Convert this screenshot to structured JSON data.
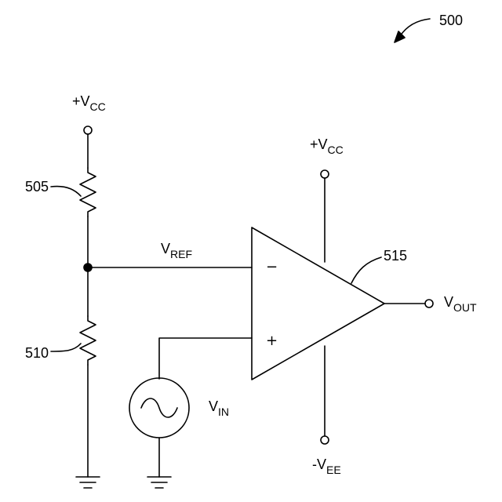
{
  "figure": {
    "number": "500",
    "references": {
      "resistor_top": "505",
      "resistor_bottom": "510",
      "opamp": "515"
    }
  },
  "labels": {
    "vcc_left": {
      "prefix": "+V",
      "sub": "CC"
    },
    "vcc_amp": {
      "prefix": "+V",
      "sub": "CC"
    },
    "vee_amp": {
      "prefix": "-V",
      "sub": "EE"
    },
    "vref": {
      "prefix": "V",
      "sub": "REF"
    },
    "vin": {
      "prefix": "V",
      "sub": "IN"
    },
    "vout": {
      "prefix": "V",
      "sub": "OUT"
    }
  },
  "opamp": {
    "inverting_sign": "−",
    "noninverting_sign": "+"
  }
}
